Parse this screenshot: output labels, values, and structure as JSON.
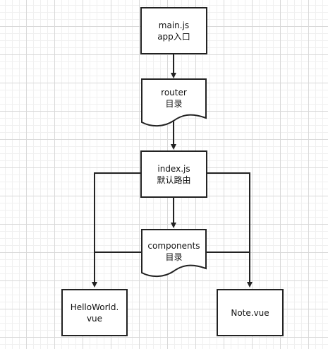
{
  "nodes": {
    "main": {
      "line1": "main.js",
      "line2": "app入口"
    },
    "router": {
      "line1": "router",
      "line2": "目录"
    },
    "index": {
      "line1": "index.js",
      "line2": "默认路由"
    },
    "components": {
      "line1": "components",
      "line2": "目录"
    },
    "helloworld": {
      "line1": "HelloWorld.",
      "line2": "vue"
    },
    "note": {
      "line1": "Note.vue"
    }
  },
  "colors": {
    "stroke": "#222222",
    "grid": "#d9d9d9",
    "background": "#ffffff"
  }
}
